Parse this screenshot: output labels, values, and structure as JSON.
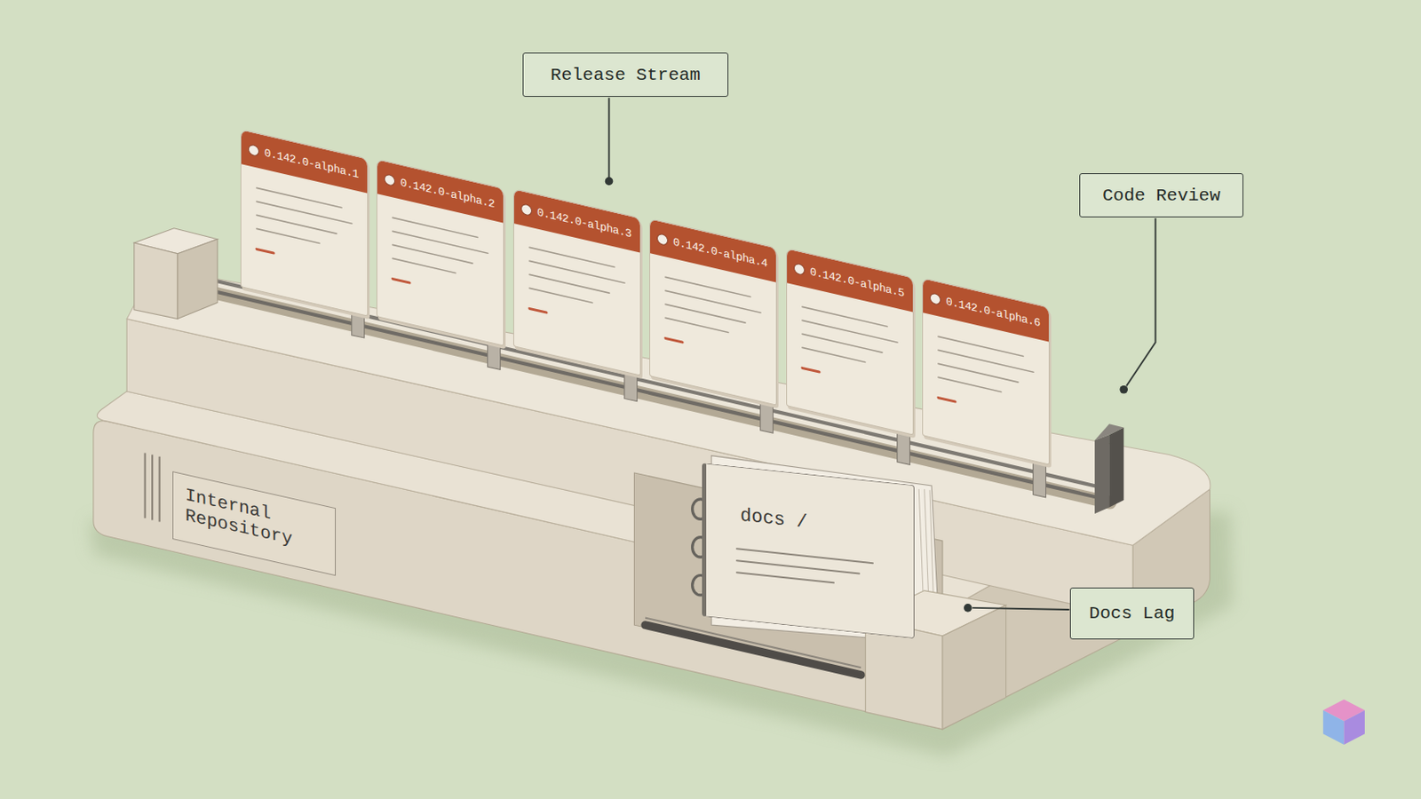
{
  "diagram": {
    "nodes": [
      {
        "text": [
          "Release Stream"
        ]
      },
      {
        "text": [
          "0.142.0-alpha.1"
        ]
      },
      {
        "text": [
          "0.142.0-alpha.2"
        ]
      },
      {
        "text": [
          "0.142.0-alpha.3"
        ]
      },
      {
        "text": [
          "0.142.0-alpha.4"
        ]
      },
      {
        "text": [
          "0.142.0-alpha.5"
        ]
      },
      {
        "text": [
          "0.142.0-alpha.6"
        ]
      },
      {
        "text": [
          "Code Review"
        ]
      },
      {
        "text": [
          "Internal Repository"
        ]
      },
      {
        "text": [
          "docs /"
        ]
      },
      {
        "text": [
          "Docs Lag"
        ]
      }
    ]
  }
}
